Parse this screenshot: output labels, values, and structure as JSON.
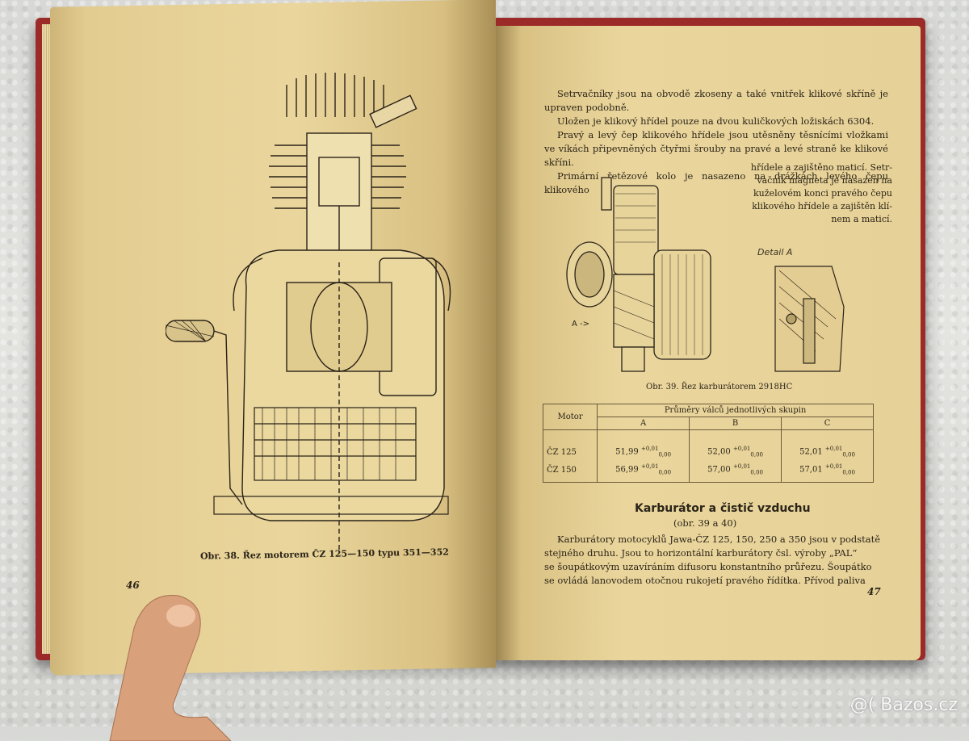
{
  "left_page": {
    "figure_caption": "Obr. 38. Řez motorem ČZ 125—150 typu 351—352",
    "page_number": "46"
  },
  "right_page": {
    "page_number": "47",
    "paragraphs": [
      "Setrvačníky jsou na obvodě zkoseny a také vnitřek klikové skříně je upraven podobně.",
      "Uložen je klikový hřídel pouze na dvou kuličkových ložiskách 6304.",
      "Pravý a levý čep klikového hřídele jsou utěsněny těsnícími vložkami ve víkách připevněných čtyřmi šrouby na pravé a levé straně ke klikové skříni.",
      "Primární řetězové kolo je nasazeno na drážkách levého čepu klikového"
    ],
    "narrow_paragraph": [
      "hřídele a zajištěno maticí. Setr-",
      "vačník magneta je nasazen na",
      "kuželovém konci pravého čepu",
      "klikového hřídele a zajištěn klí-",
      "nem a maticí."
    ],
    "detail_label": "Detail A",
    "arrow_label": "A ->",
    "carb_caption": "Obr. 39. Řez karburátorem 2918HC",
    "table": {
      "col_motor": "Motor",
      "group_header": "Průměry válců jednotlivých skupin",
      "groups": [
        "A",
        "B",
        "C"
      ],
      "rows": [
        {
          "motor": "ČZ 125",
          "a": "51,99",
          "b": "52,00",
          "c": "52,01",
          "tol_plus": "+0,01",
          "tol_zero": "0,00"
        },
        {
          "motor": "ČZ 150",
          "a": "56,99",
          "b": "57,00",
          "c": "57,01",
          "tol_plus": "+0,01",
          "tol_zero": "0,00"
        }
      ]
    },
    "section_heading": "Karburátor a čistič vzduchu",
    "section_sub": "(obr. 39 a 40)",
    "body": [
      "Karburátory motocyklů Jawa-ČZ 125, 150, 250 a 350 jsou v podstatě",
      "stejného druhu. Jsou to horizontální karburátory čsl. výroby „PAL“",
      "se šoupátkovým uzavíráním difusoru konstantního průřezu. Šoupátko",
      "se ovládá lanovodem otočnou rukojetí pravého řídítka. Přívod paliva"
    ]
  },
  "watermark": "@( Bazos.cz"
}
